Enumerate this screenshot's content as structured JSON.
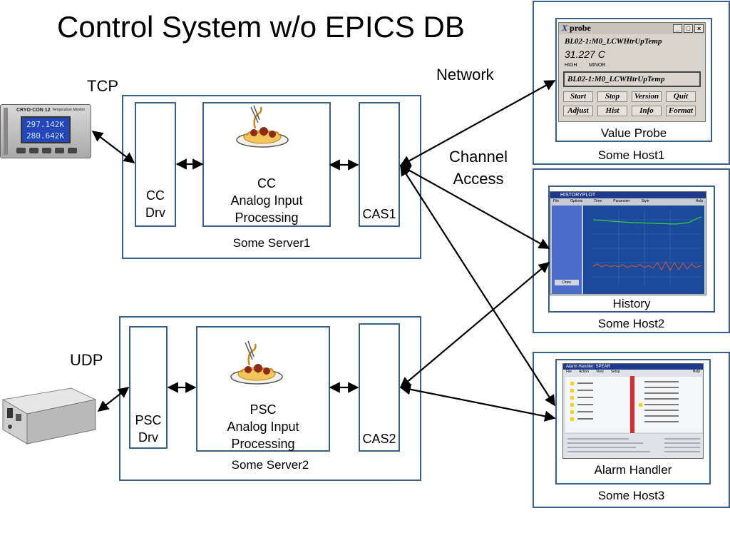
{
  "title": "Control System w/o EPICS DB",
  "labels": {
    "tcp": "TCP",
    "udp": "UDP",
    "network": "Network",
    "channel_access": "Channel\nAccess"
  },
  "server1": {
    "name": "Some Server1",
    "driver": "CC\nDrv",
    "processing": "CC\nAnalog Input\nProcessing",
    "cas": "CAS1"
  },
  "server2": {
    "name": "Some Server2",
    "driver": "PSC\nDrv",
    "processing": "PSC\nAnalog Input\nProcessing",
    "cas": "CAS2"
  },
  "device1": {
    "brand": "CRYO·CON 12",
    "subtitle": "Temperature Monitor",
    "reading1": "297.142K",
    "reading2": "280.642K"
  },
  "host1": {
    "name": "Some Host1",
    "caption": "Value Probe",
    "window_title": "probe",
    "pv_name": "BL02-1:M0_LCWHtrUpTemp",
    "value": "31.227 C",
    "alarm_severity": "HIGH",
    "alarm_status": "MINOR",
    "pv_field": "BL02-1:M0_LCWHtrUpTemp",
    "buttons": [
      "Start",
      "Stop",
      "Version",
      "Quit",
      "Adjust",
      "Hist",
      "Info",
      "Format"
    ]
  },
  "host2": {
    "name": "Some Host2",
    "caption": "History",
    "window_title": "HISTORYPLOT",
    "menu": [
      "File",
      "Options",
      "Time",
      "Parameter",
      "Style",
      "Help"
    ],
    "side_button": "Draw"
  },
  "host3": {
    "name": "Some Host3",
    "caption": "Alarm Handler",
    "window_title": "Alarm Handler: SPEAR",
    "menu": [
      "File",
      "Action",
      "View",
      "Setup",
      "Help"
    ]
  },
  "colors": {
    "box_border": "#3b5f8a",
    "window_blue": "#1f3a8a",
    "plot_bg": "#1b4a9a",
    "green_trace": "#2fd23a",
    "red_trace": "#e0532a"
  }
}
